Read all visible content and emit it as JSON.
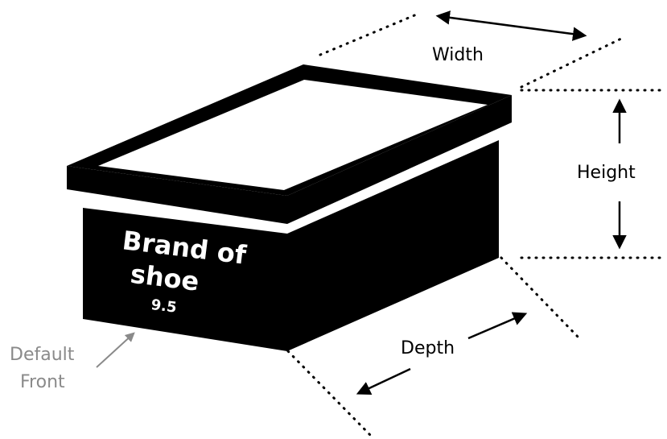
{
  "labels": {
    "width": "Width",
    "height": "Height",
    "depth": "Depth",
    "default_front_line1": "Default",
    "default_front_line2": "Front"
  },
  "box": {
    "brand_line1": "Brand of",
    "brand_line2": "shoe",
    "size": "9.5"
  },
  "colors": {
    "box": "#000000",
    "lid_top": "#ffffff",
    "pointer": "#8a8a8a"
  }
}
